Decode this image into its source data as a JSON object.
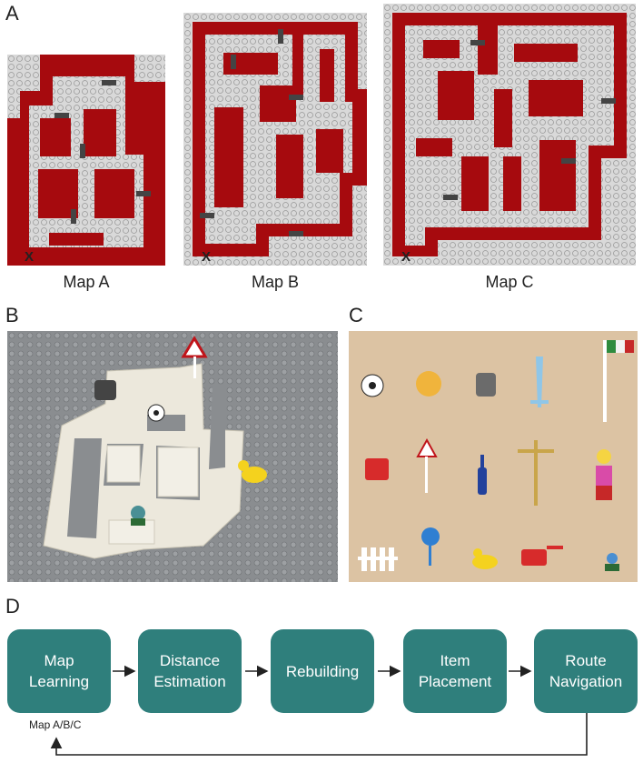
{
  "panels": {
    "a": "A",
    "b": "B",
    "c": "C",
    "d": "D"
  },
  "maps": [
    {
      "id": "map-a",
      "label": "Map A",
      "start_marker": "X"
    },
    {
      "id": "map-b",
      "label": "Map B",
      "start_marker": "X"
    },
    {
      "id": "map-c",
      "label": "Map C",
      "start_marker": "X"
    }
  ],
  "flow": {
    "steps": [
      {
        "line1": "Map",
        "line2": "Learning"
      },
      {
        "line1": "Distance",
        "line2": "Estimation"
      },
      {
        "line1": "Rebuilding",
        "line2": ""
      },
      {
        "line1": "Item",
        "line2": "Placement"
      },
      {
        "line1": "Route",
        "line2": "Navigation"
      }
    ],
    "loop_label": "Map A/B/C"
  },
  "colors": {
    "wall": "#a60a0e",
    "path": "#d9d9d9",
    "flow_box": "#2f7f7c",
    "baseplate": "#8a8d90",
    "wood": "#dcc3a3"
  }
}
